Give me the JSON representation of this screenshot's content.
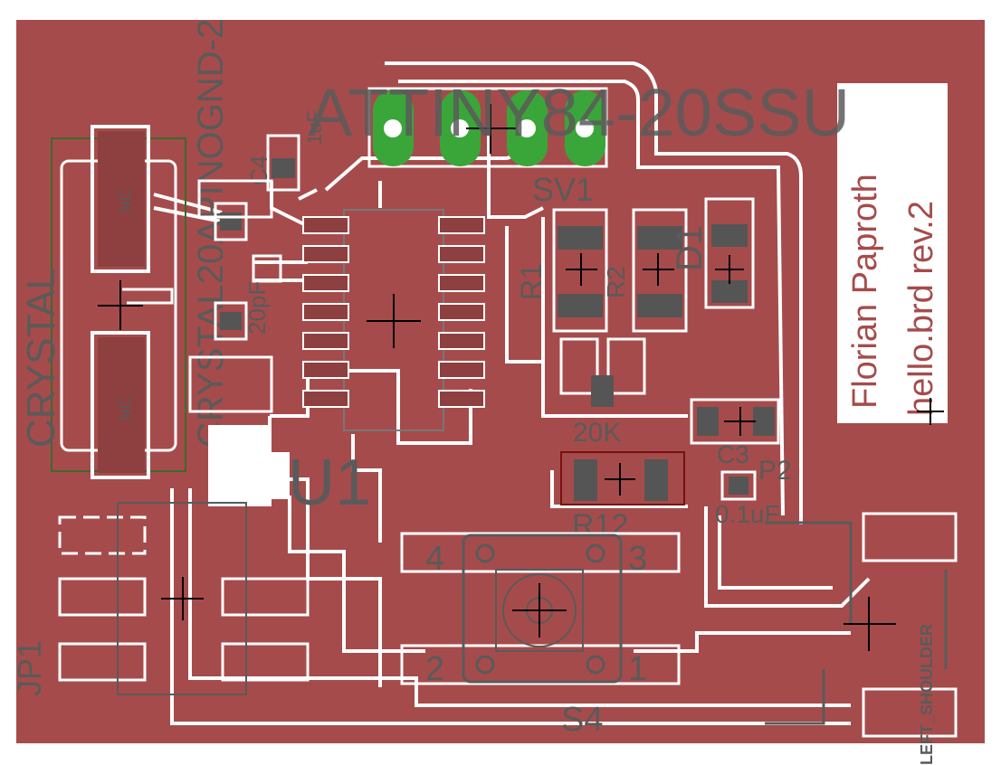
{
  "colors": {
    "copper": "#a64b4b",
    "trace_gap": "#ffffff",
    "silkscreen": "#5a5a5a",
    "header_pad": "#3aa63a",
    "outline": "#7a1010",
    "crystal_box": "#3c6a2a"
  },
  "labels": {
    "chip_title": "ATTINY84-20SSU",
    "sv1": "SV1",
    "u1": "U1",
    "crystal": "CRYSTAL",
    "crystal_sub": "CRYSTAL20APINOGND-2",
    "c4": "C4",
    "c4_value": "1uF",
    "c_small": "1uF",
    "r1": "R1",
    "r2": "R2",
    "r_value": "20K",
    "d1": "D1",
    "r12": "R12",
    "c3": "C3",
    "c3_value": "0.1uF",
    "p2": "P2",
    "s4": "S4",
    "jp1": "JP1",
    "left_shoulder": "LEFT_SHOULDER",
    "pin4": "4",
    "pin3": "3",
    "pin2": "2",
    "pin1": "1",
    "nc_top": "NC",
    "nc_bottom": "NC",
    "author": "Florian Paproth",
    "board_name": "hello.brd rev.2",
    "crystal_c1": "20pF"
  }
}
